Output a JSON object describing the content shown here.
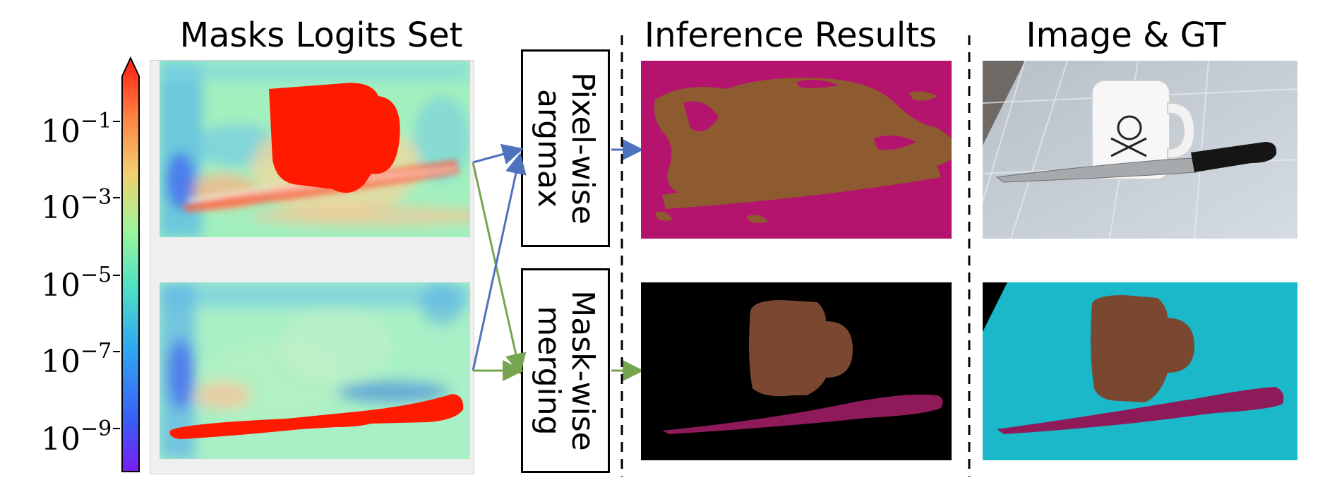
{
  "titles": {
    "masks": "Masks Logits Set",
    "inference": "Inference Results",
    "image_gt": "Image & GT"
  },
  "methods": {
    "pixel": {
      "line1": "Pixel-wise",
      "line2": "argmax"
    },
    "mask": {
      "line1": "Mask-wise",
      "line2": "merging"
    }
  },
  "colorbar": {
    "colormap": "rainbow",
    "scale": "log",
    "ticks": [
      {
        "base": "10",
        "exp": "−1"
      },
      {
        "base": "10",
        "exp": "−3"
      },
      {
        "base": "10",
        "exp": "−5"
      },
      {
        "base": "10",
        "exp": "−7"
      },
      {
        "base": "10",
        "exp": "−9"
      }
    ]
  },
  "colors": {
    "pixel_arrow": "#4f72be",
    "mask_arrow": "#77a54f",
    "cup_brown": "#7a4830",
    "knife_magenta": "#8e1a59",
    "pixel_bg_magenta": "#b4136e",
    "pixel_brown": "#8e5a2f",
    "gt_cyan": "#1ab8c8",
    "logit_high": "#ff1a00"
  }
}
